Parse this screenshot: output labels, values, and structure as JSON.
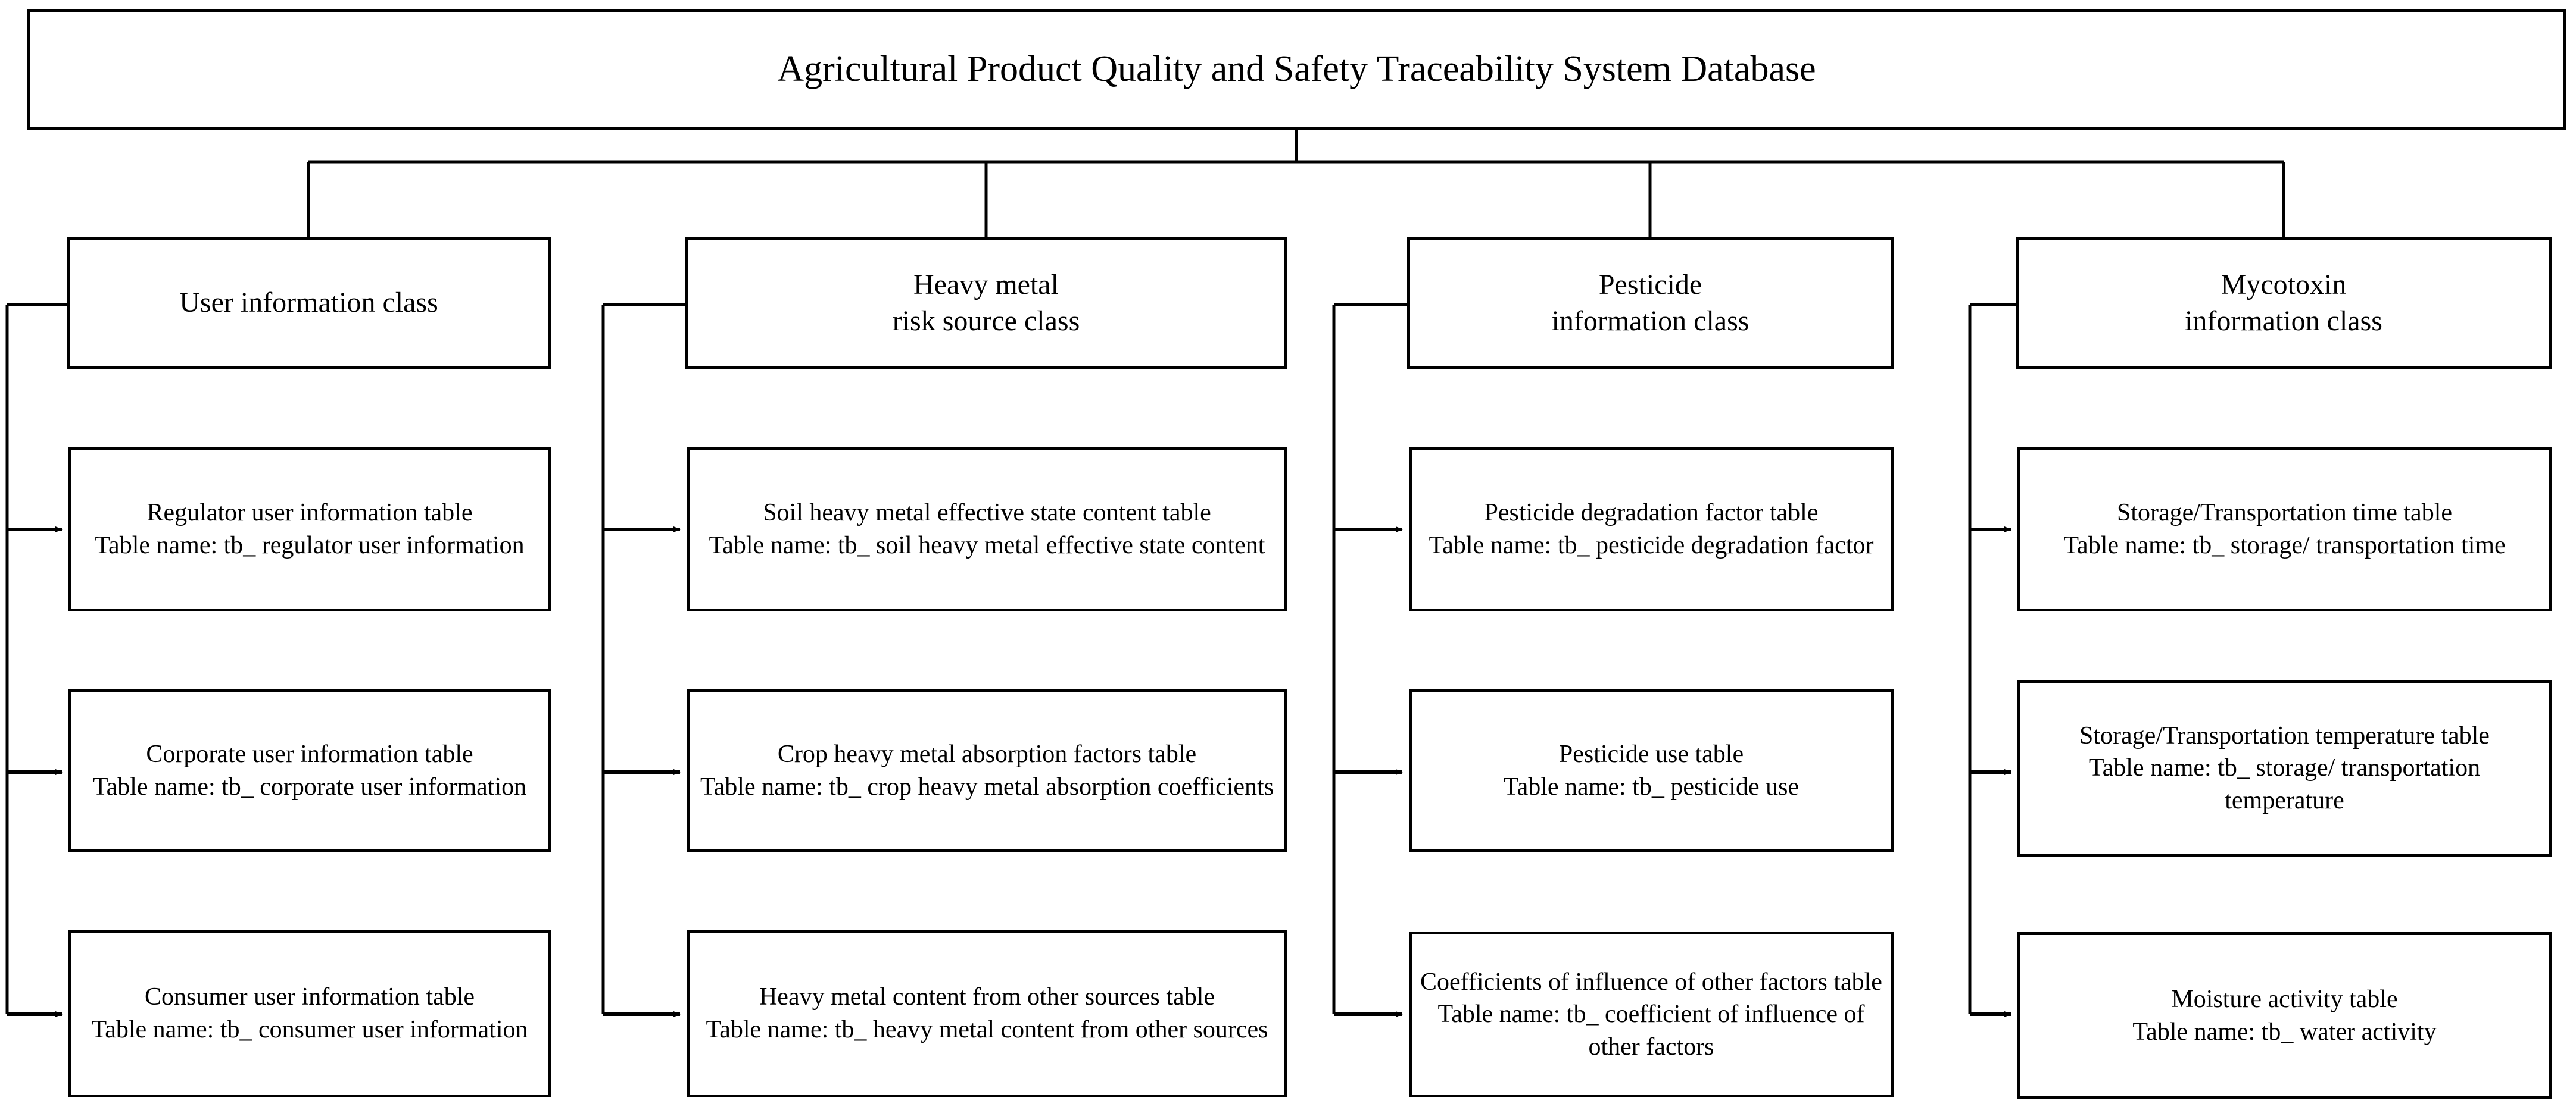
{
  "root": {
    "title": "Agricultural Product Quality and Safety Traceability System Database"
  },
  "columns": [
    {
      "class_label": "User information class",
      "tables": [
        {
          "name": "Regulator user information table",
          "table_name": "Table name: tb_ regulator user information"
        },
        {
          "name": "Corporate user information table",
          "table_name": "Table name: tb_ corporate user information"
        },
        {
          "name": "Consumer user information table",
          "table_name": "Table name: tb_ consumer user information"
        }
      ]
    },
    {
      "class_label": "Heavy metal\nrisk source class",
      "tables": [
        {
          "name": "Soil heavy metal effective state content table",
          "table_name": "Table name: tb_ soil heavy metal effective state content"
        },
        {
          "name": "Crop heavy metal absorption factors table",
          "table_name": "Table name: tb_ crop heavy metal absorption coefficients"
        },
        {
          "name": "Heavy metal content from other sources table",
          "table_name": "Table name: tb_ heavy metal content from other sources"
        }
      ]
    },
    {
      "class_label": "Pesticide\ninformation class",
      "tables": [
        {
          "name": "Pesticide degradation factor table",
          "table_name": "Table name: tb_ pesticide degradation factor"
        },
        {
          "name": "Pesticide use table",
          "table_name": "Table name: tb_ pesticide use"
        },
        {
          "name": "Coefficients of influence of other factors table",
          "table_name": "Table name: tb_ coefficient of influence of other factors"
        }
      ]
    },
    {
      "class_label": "Mycotoxin\ninformation class",
      "tables": [
        {
          "name": "Storage/Transportation time table",
          "table_name": "Table name: tb_ storage/ transportation time"
        },
        {
          "name": "Storage/Transportation temperature table",
          "table_name": "Table name: tb_ storage/ transportation temperature"
        },
        {
          "name": "Moisture activity table",
          "table_name": "Table name: tb_ water activity"
        }
      ]
    }
  ],
  "colors": {
    "stroke": "#000000",
    "background": "#ffffff"
  }
}
